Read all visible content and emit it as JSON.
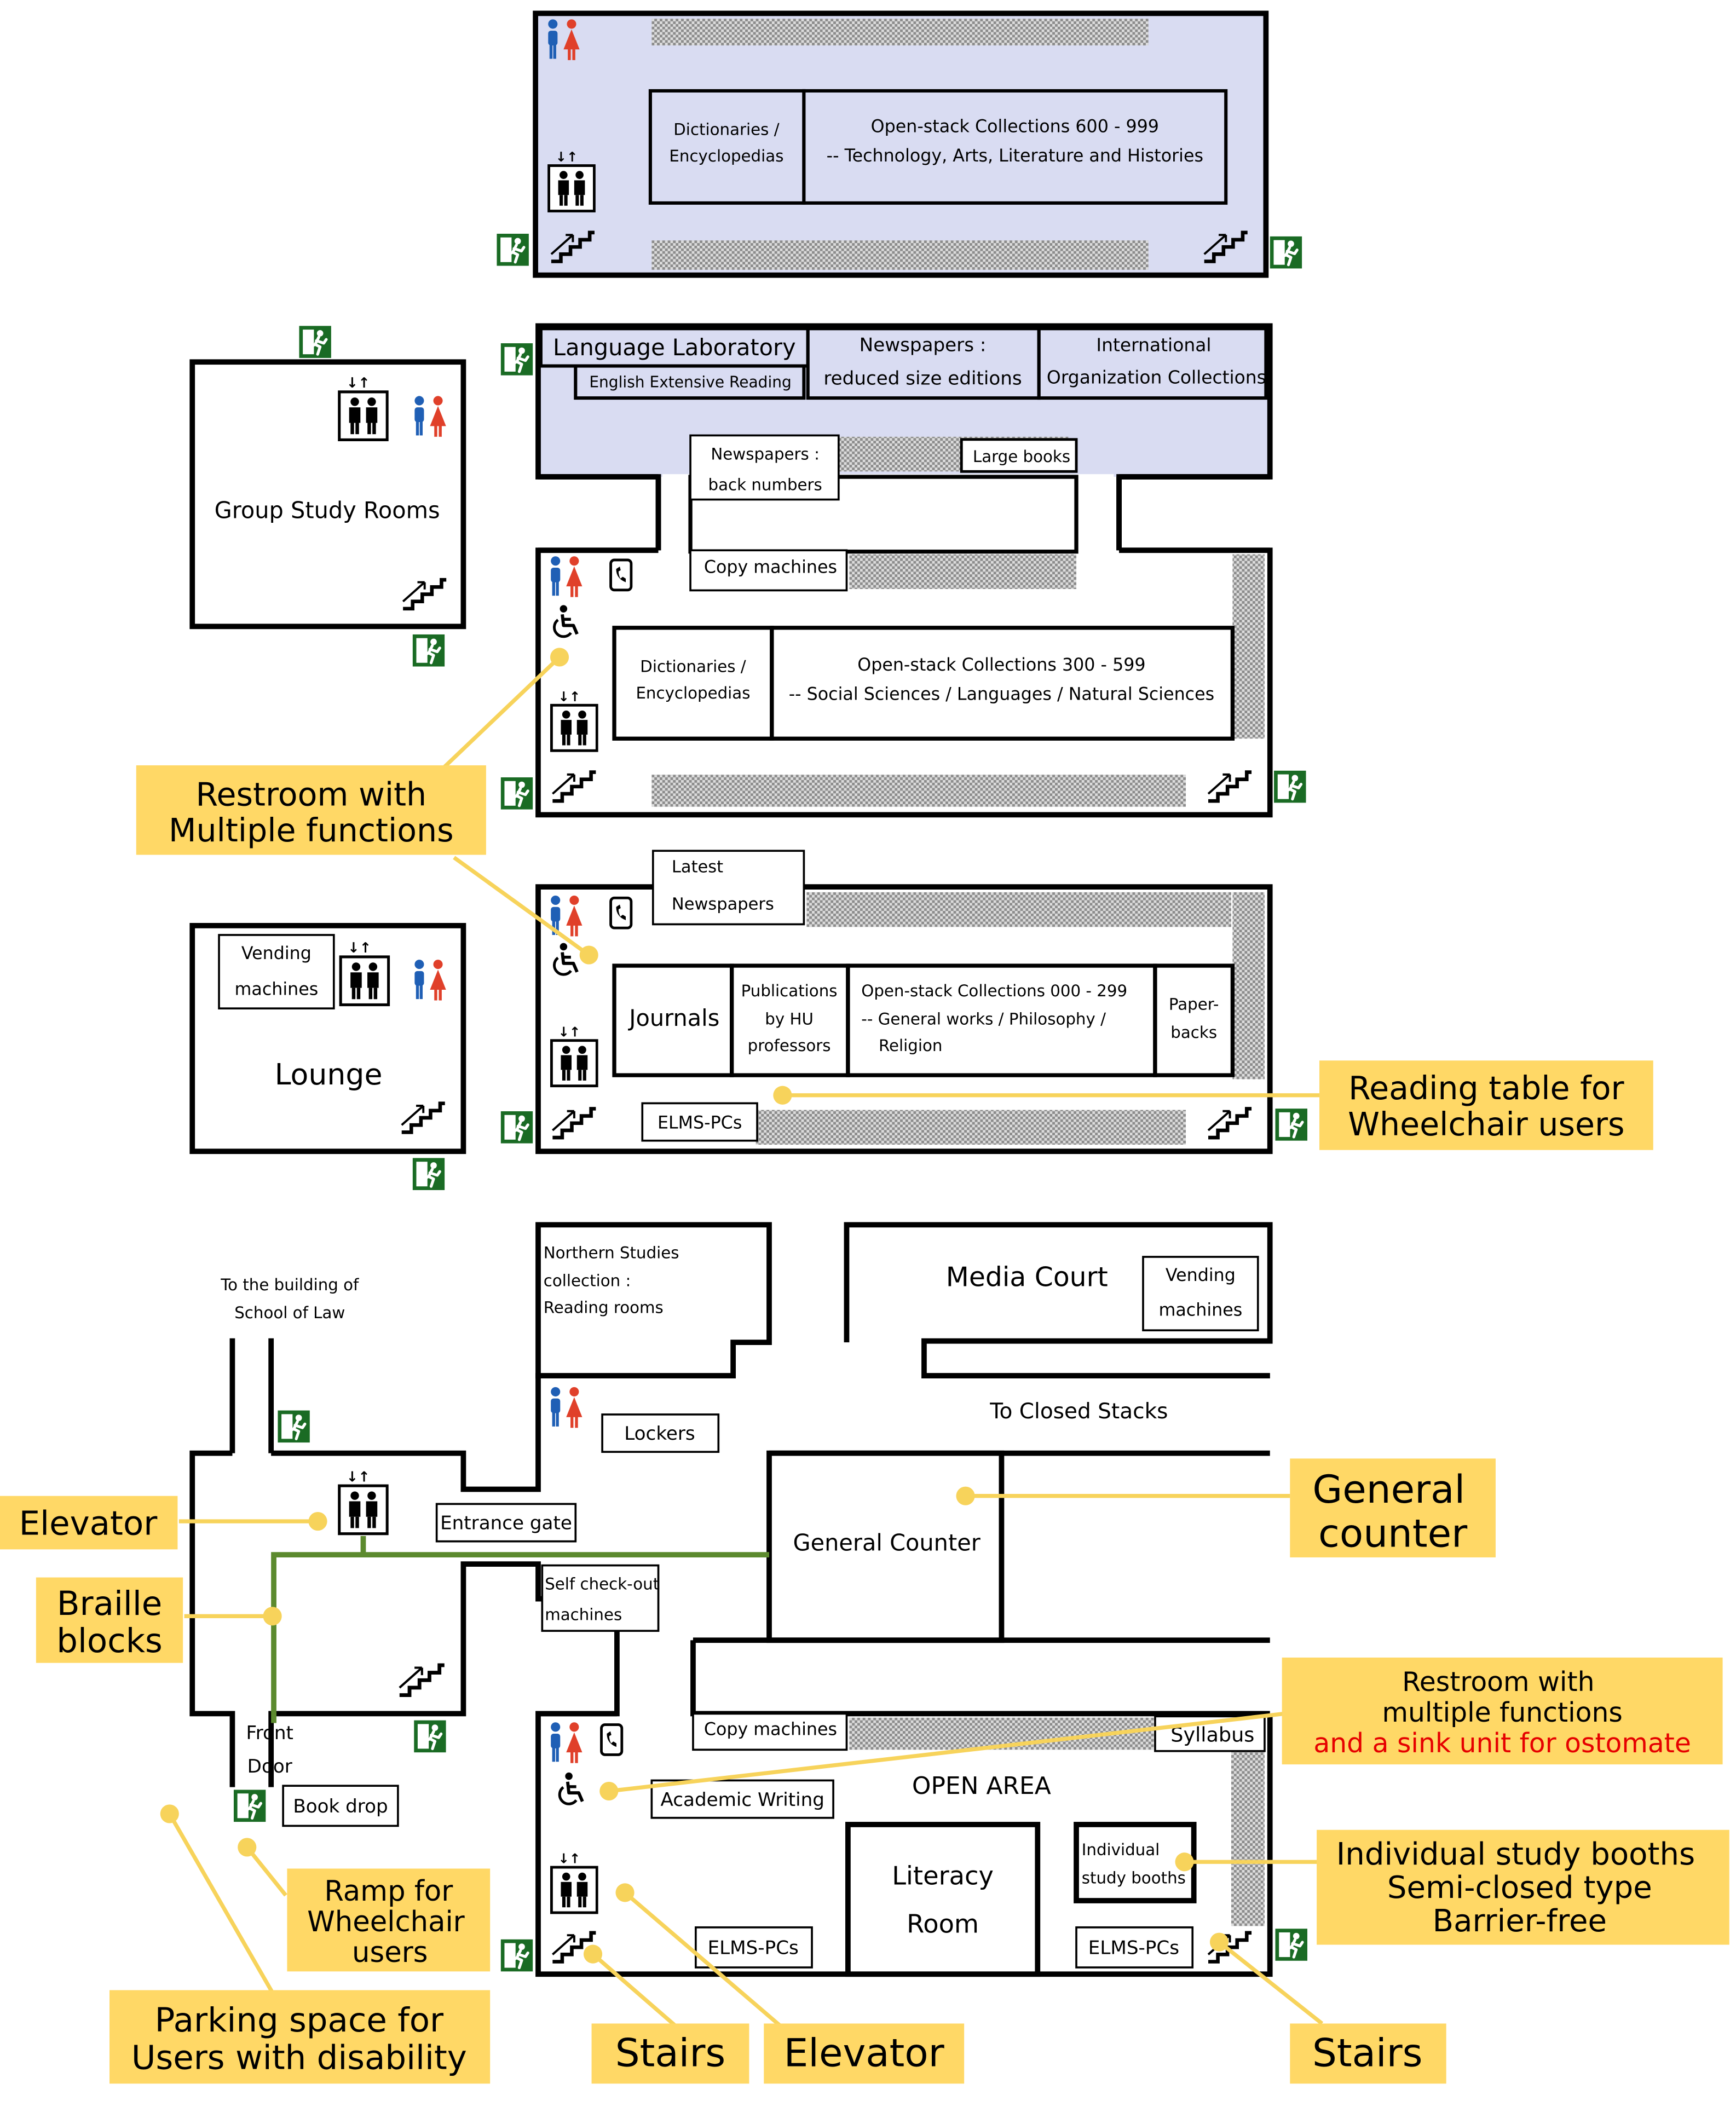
{
  "colors": {
    "wall": "#000000",
    "floor_tint": "#d9dcf2",
    "callout_bg": "#ffd866",
    "callout_line": "#f7d35b",
    "braille": "#5c8a2e",
    "exit_sign": "#1a6b24",
    "male_icon": "#1f5fb5",
    "female_icon": "#e0402a",
    "highlight_red": "#e60000",
    "stairs_pattern": "#a6a6a6"
  },
  "icons": {
    "elevator": "elevator-icon",
    "restroom": "restroom-icon",
    "wheelchair": "wheelchair-icon",
    "stairs": "stairs-icon",
    "emergency_exit": "emergency-exit-icon",
    "phone": "phone-icon"
  },
  "floors": {
    "top": {
      "rooms": {
        "dictionaries": [
          "Dictionaries /",
          "Encyclopedias"
        ],
        "open_stack": [
          "Open-stack Collections 600 - 999",
          "-- Technology, Arts, Literature and Histories"
        ]
      }
    },
    "third": {
      "rooms": {
        "language_lab": "Language Laboratory",
        "english_reading": "English Extensive Reading",
        "newspapers_reduced": [
          "Newspapers :",
          "reduced size editions"
        ],
        "international": [
          "International",
          "Organization Collections"
        ],
        "newspapers_back": [
          "Newspapers :",
          "back numbers"
        ],
        "large_books": "Large books",
        "copy_machines": "Copy machines",
        "dictionaries": [
          "Dictionaries /",
          "Encyclopedias"
        ],
        "open_stack": [
          "Open-stack Collections 300 - 599",
          "-- Social Sciences / Languages / Natural Sciences"
        ]
      },
      "annex": {
        "title": "Group Study Rooms"
      }
    },
    "second": {
      "rooms": {
        "latest_newspapers": [
          "Latest",
          "Newspapers"
        ],
        "journals": "Journals",
        "publications": [
          "Publications",
          "by HU",
          "professors"
        ],
        "open_stack": [
          "Open-stack Collections 000 - 299",
          "-- General works / Philosophy /",
          "Religion"
        ],
        "paperbacks": [
          "Paper-",
          "backs"
        ],
        "elms": "ELMS-PCs"
      },
      "annex": {
        "title": "Lounge",
        "vending": [
          "Vending",
          "machines"
        ]
      }
    },
    "ground": {
      "labels": {
        "to_law": [
          "To the building of",
          "School of Law"
        ],
        "northern": [
          "Northern Studies",
          "collection :",
          "Reading rooms"
        ],
        "media_court": "Media Court",
        "vending": [
          "Vending",
          "machines"
        ],
        "lockers": "Lockers",
        "to_closed_stacks": "To Closed Stacks",
        "entrance_gate": "Entrance gate",
        "self_checkout": [
          "Self check-out",
          "machines"
        ],
        "general_counter": "General Counter",
        "front_door": [
          "Front",
          "Door"
        ],
        "book_drop": "Book drop",
        "copy_machines": "Copy machines",
        "syllabus": "Syllabus",
        "open_area": "OPEN AREA",
        "academic_writing": "Academic Writing",
        "literacy_room": [
          "Literacy",
          "Room"
        ],
        "individual_booths": [
          "Individual",
          "study booths"
        ],
        "elms_left": "ELMS-PCs",
        "elms_right": "ELMS-PCs"
      }
    }
  },
  "callouts": {
    "restroom_multi": [
      "Restroom with",
      "Multiple functions"
    ],
    "reading_table": [
      "Reading table for",
      "Wheelchair users"
    ],
    "elevator_left": "Elevator",
    "braille_blocks": [
      "Braille",
      "blocks"
    ],
    "general_counter": [
      "General",
      "counter"
    ],
    "restroom_ostomate": [
      "Restroom with",
      "multiple functions",
      "and a sink unit for ostomate"
    ],
    "individual_booths": [
      "Individual study booths",
      "Semi-closed type",
      "Barrier-free"
    ],
    "ramp": [
      "Ramp for",
      "Wheelchair",
      "users"
    ],
    "parking": [
      "Parking space for",
      "Users with disability"
    ],
    "stairs_left": "Stairs",
    "elevator_bottom": "Elevator",
    "stairs_right": "Stairs"
  }
}
